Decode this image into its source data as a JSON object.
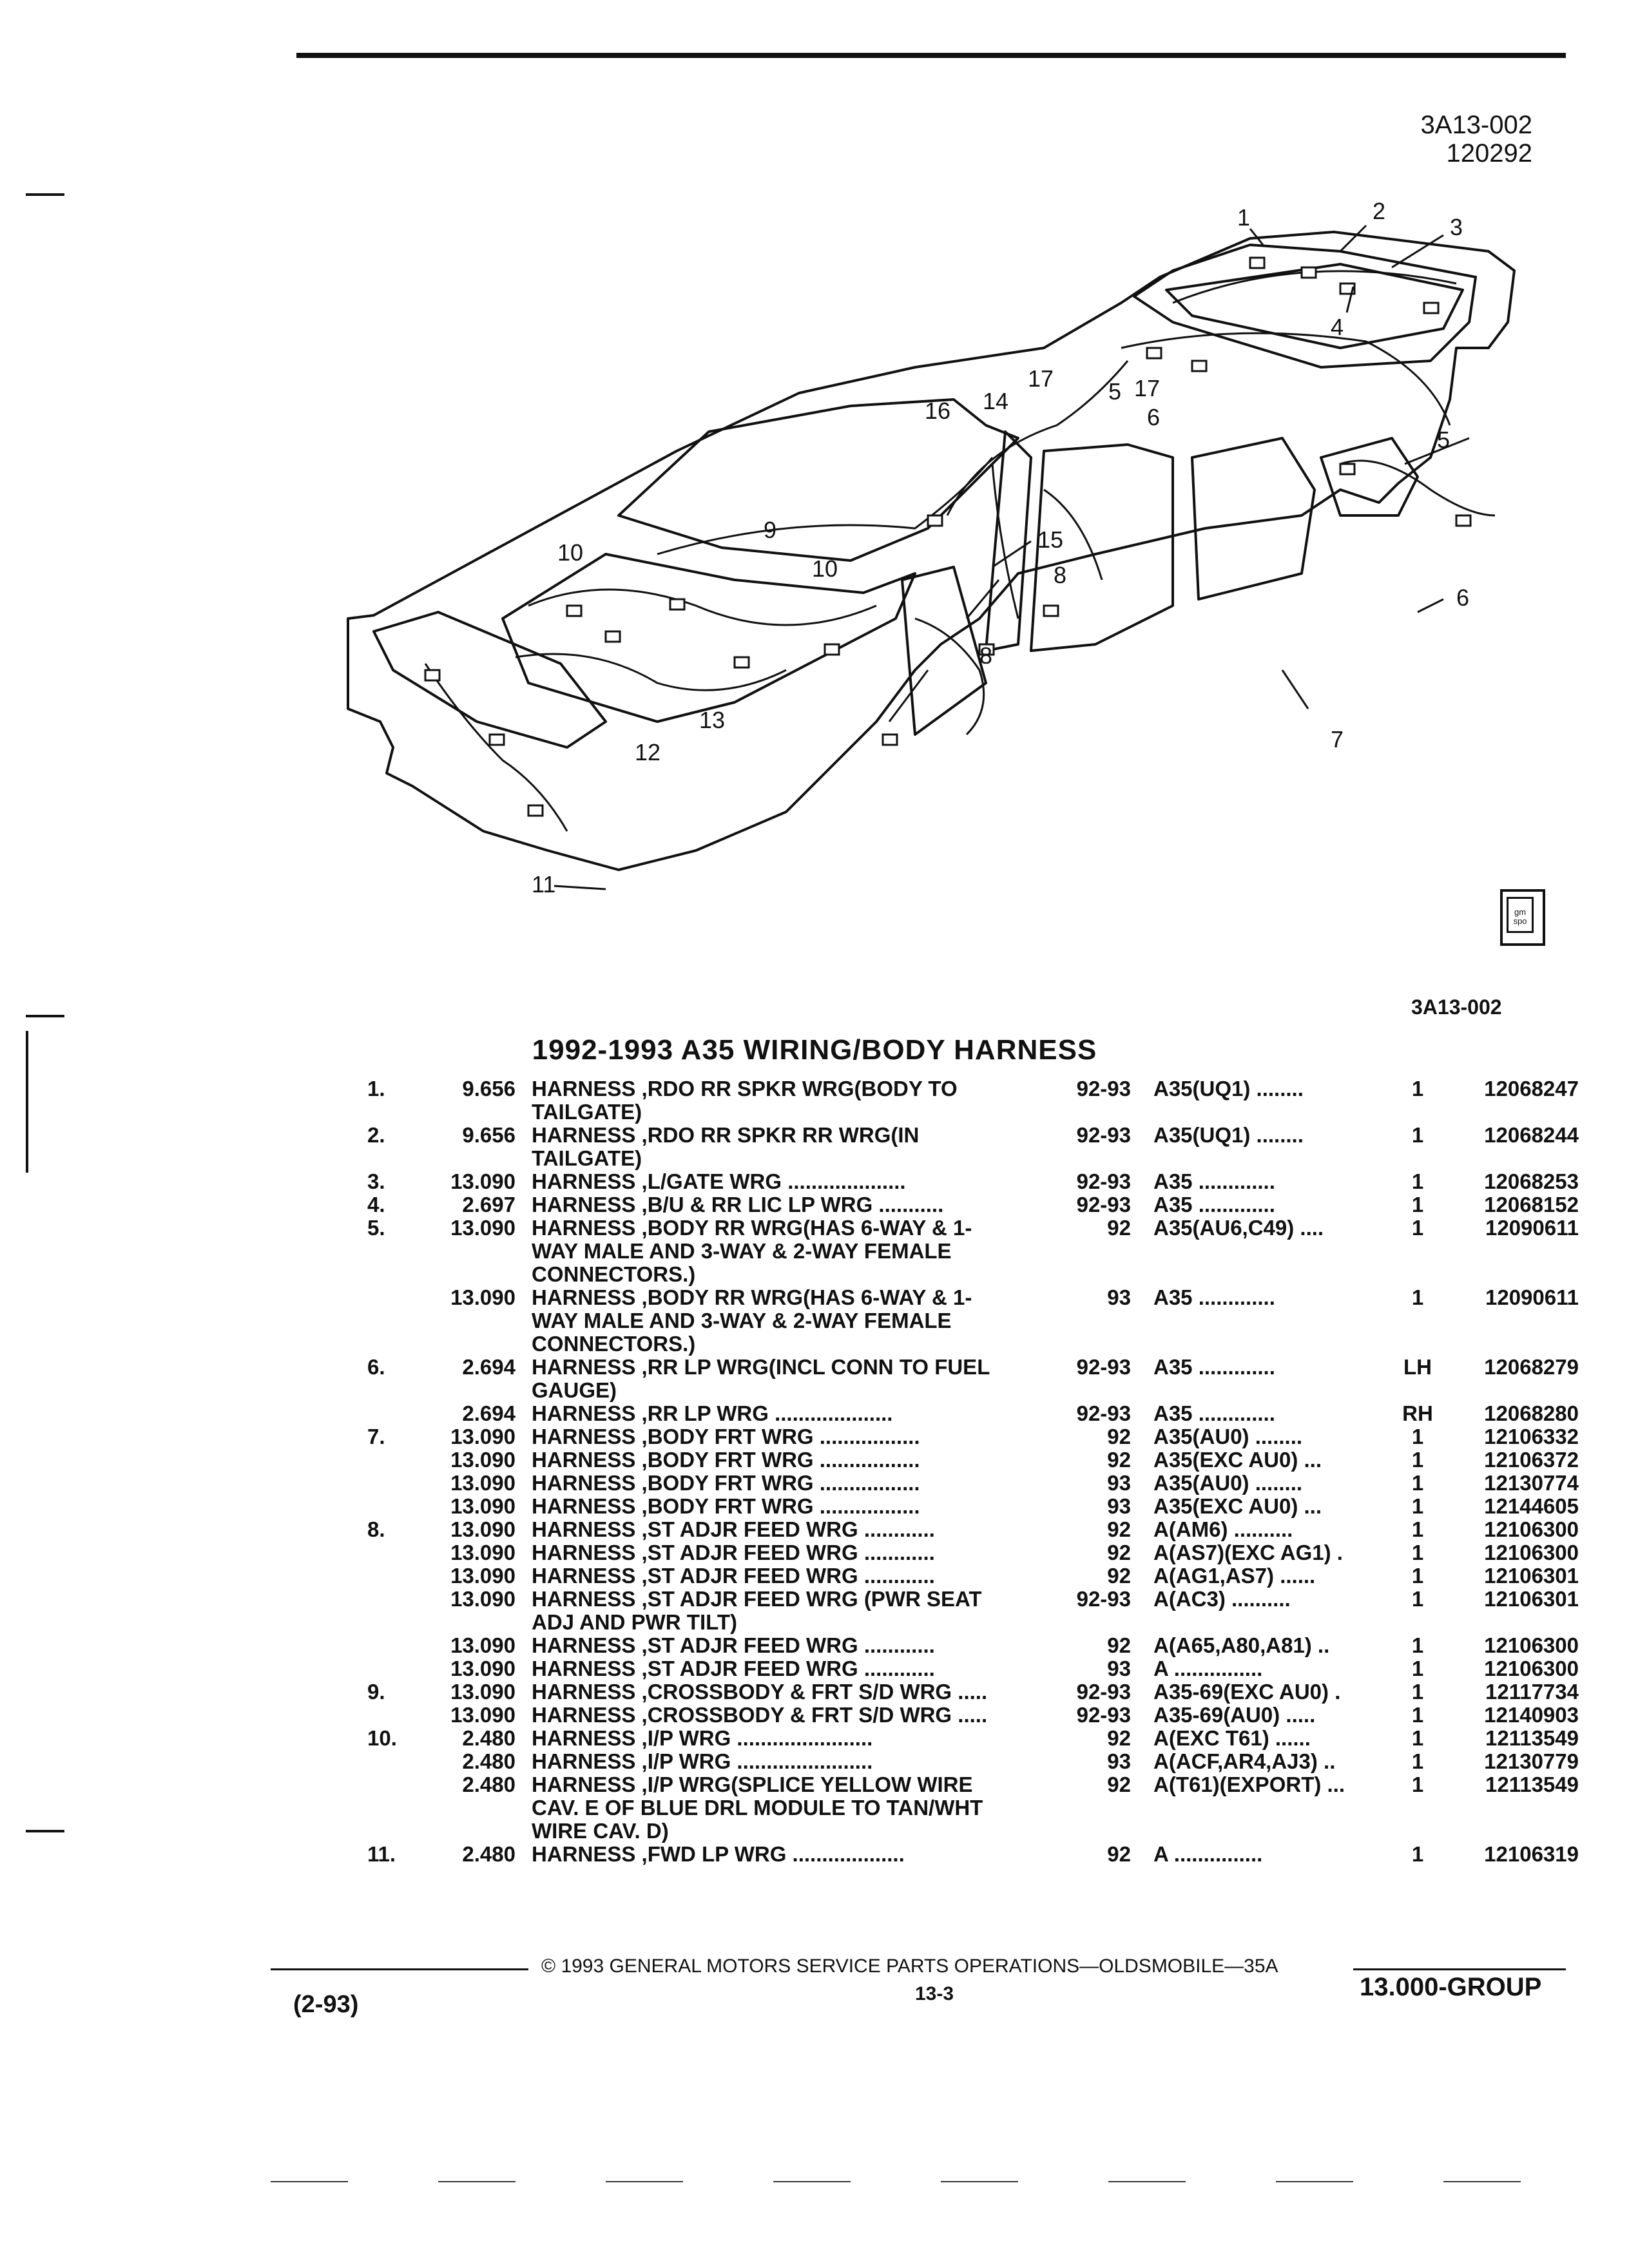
{
  "header": {
    "drawing_code": "3A13-002",
    "drawing_date": "120292"
  },
  "figure": {
    "callouts": [
      "1",
      "2",
      "3",
      "4",
      "5",
      "17",
      "6",
      "14",
      "17",
      "16",
      "5",
      "9",
      "10",
      "15",
      "8",
      "10",
      "6",
      "8",
      "13",
      "12",
      "7",
      "11"
    ],
    "badge_text": "gm spo",
    "ref": "3A13-002"
  },
  "title": "1992-1993 A35 WIRING/BODY HARNESS",
  "parts": [
    {
      "idx": "1.",
      "price": "9.656",
      "desc": "HARNESS ,RDO RR SPKR WRG(BODY TO",
      "year": "92-93",
      "model": "A35(UQ1) ........",
      "qty": "1",
      "pn": "12068247"
    },
    {
      "idx": "",
      "price": "",
      "desc": "TAILGATE)",
      "year": "",
      "model": "",
      "qty": "",
      "pn": ""
    },
    {
      "idx": "2.",
      "price": "9.656",
      "desc": "HARNESS ,RDO RR SPKR RR WRG(IN",
      "year": "92-93",
      "model": "A35(UQ1) ........",
      "qty": "1",
      "pn": "12068244"
    },
    {
      "idx": "",
      "price": "",
      "desc": "TAILGATE)",
      "year": "",
      "model": "",
      "qty": "",
      "pn": ""
    },
    {
      "idx": "3.",
      "price": "13.090",
      "desc": "HARNESS ,L/GATE WRG ....................",
      "year": "92-93",
      "model": "A35 .............",
      "qty": "1",
      "pn": "12068253"
    },
    {
      "idx": "4.",
      "price": "2.697",
      "desc": "HARNESS ,B/U & RR LIC LP WRG ...........",
      "year": "92-93",
      "model": "A35 .............",
      "qty": "1",
      "pn": "12068152"
    },
    {
      "idx": "5.",
      "price": "13.090",
      "desc": "HARNESS ,BODY RR WRG(HAS 6-WAY & 1-",
      "year": "92",
      "model": "A35(AU6,C49) ....",
      "qty": "1",
      "pn": "12090611"
    },
    {
      "idx": "",
      "price": "",
      "desc": "WAY MALE AND 3-WAY & 2-WAY FEMALE",
      "year": "",
      "model": "",
      "qty": "",
      "pn": ""
    },
    {
      "idx": "",
      "price": "",
      "desc": "CONNECTORS.)",
      "year": "",
      "model": "",
      "qty": "",
      "pn": ""
    },
    {
      "idx": "",
      "price": "13.090",
      "desc": "HARNESS ,BODY RR WRG(HAS 6-WAY & 1-",
      "year": "93",
      "model": "A35 .............",
      "qty": "1",
      "pn": "12090611"
    },
    {
      "idx": "",
      "price": "",
      "desc": "WAY MALE AND 3-WAY & 2-WAY FEMALE",
      "year": "",
      "model": "",
      "qty": "",
      "pn": ""
    },
    {
      "idx": "",
      "price": "",
      "desc": "CONNECTORS.)",
      "year": "",
      "model": "",
      "qty": "",
      "pn": ""
    },
    {
      "idx": "6.",
      "price": "2.694",
      "desc": "HARNESS ,RR LP WRG(INCL CONN TO FUEL",
      "year": "92-93",
      "model": "A35 .............",
      "qty": "LH",
      "pn": "12068279"
    },
    {
      "idx": "",
      "price": "",
      "desc": "GAUGE)",
      "year": "",
      "model": "",
      "qty": "",
      "pn": ""
    },
    {
      "idx": "",
      "price": "2.694",
      "desc": "HARNESS ,RR LP WRG ....................",
      "year": "92-93",
      "model": "A35 .............",
      "qty": "RH",
      "pn": "12068280"
    },
    {
      "idx": "7.",
      "price": "13.090",
      "desc": "HARNESS ,BODY FRT WRG .................",
      "year": "92",
      "model": "A35(AU0) ........",
      "qty": "1",
      "pn": "12106332"
    },
    {
      "idx": "",
      "price": "13.090",
      "desc": "HARNESS ,BODY FRT WRG .................",
      "year": "92",
      "model": "A35(EXC AU0) ...",
      "qty": "1",
      "pn": "12106372"
    },
    {
      "idx": "",
      "price": "13.090",
      "desc": "HARNESS ,BODY FRT WRG .................",
      "year": "93",
      "model": "A35(AU0) ........",
      "qty": "1",
      "pn": "12130774"
    },
    {
      "idx": "",
      "price": "13.090",
      "desc": "HARNESS ,BODY FRT WRG .................",
      "year": "93",
      "model": "A35(EXC AU0) ...",
      "qty": "1",
      "pn": "12144605"
    },
    {
      "idx": "8.",
      "price": "13.090",
      "desc": "HARNESS ,ST ADJR FEED WRG ............",
      "year": "92",
      "model": "A(AM6) ..........",
      "qty": "1",
      "pn": "12106300"
    },
    {
      "idx": "",
      "price": "13.090",
      "desc": "HARNESS ,ST ADJR FEED WRG ............",
      "year": "92",
      "model": "A(AS7)(EXC AG1) .",
      "qty": "1",
      "pn": "12106300"
    },
    {
      "idx": "",
      "price": "13.090",
      "desc": "HARNESS ,ST ADJR FEED WRG ............",
      "year": "92",
      "model": "A(AG1,AS7) ......",
      "qty": "1",
      "pn": "12106301"
    },
    {
      "idx": "",
      "price": "13.090",
      "desc": "HARNESS ,ST ADJR FEED WRG (PWR SEAT",
      "year": "92-93",
      "model": "A(AC3) ..........",
      "qty": "1",
      "pn": "12106301"
    },
    {
      "idx": "",
      "price": "",
      "desc": "ADJ AND PWR TILT)",
      "year": "",
      "model": "",
      "qty": "",
      "pn": ""
    },
    {
      "idx": "",
      "price": "13.090",
      "desc": "HARNESS ,ST ADJR FEED WRG ............",
      "year": "92",
      "model": "A(A65,A80,A81) ..",
      "qty": "1",
      "pn": "12106300"
    },
    {
      "idx": "",
      "price": "13.090",
      "desc": "HARNESS ,ST ADJR FEED WRG ............",
      "year": "93",
      "model": "A ...............",
      "qty": "1",
      "pn": "12106300"
    },
    {
      "idx": "9.",
      "price": "13.090",
      "desc": "HARNESS ,CROSSBODY & FRT S/D WRG .....",
      "year": "92-93",
      "model": "A35-69(EXC AU0) .",
      "qty": "1",
      "pn": "12117734"
    },
    {
      "idx": "",
      "price": "13.090",
      "desc": "HARNESS ,CROSSBODY & FRT S/D WRG .....",
      "year": "92-93",
      "model": "A35-69(AU0) .....",
      "qty": "1",
      "pn": "12140903"
    },
    {
      "idx": "10.",
      "price": "2.480",
      "desc": "HARNESS ,I/P WRG .......................",
      "year": "92",
      "model": "A(EXC T61) ......",
      "qty": "1",
      "pn": "12113549"
    },
    {
      "idx": "",
      "price": "2.480",
      "desc": "HARNESS ,I/P WRG .......................",
      "year": "93",
      "model": "A(ACF,AR4,AJ3) ..",
      "qty": "1",
      "pn": "12130779"
    },
    {
      "idx": "",
      "price": "2.480",
      "desc": "HARNESS ,I/P WRG(SPLICE YELLOW WIRE",
      "year": "92",
      "model": "A(T61)(EXPORT) ...",
      "qty": "1",
      "pn": "12113549"
    },
    {
      "idx": "",
      "price": "",
      "desc": "CAV. E OF BLUE DRL MODULE TO TAN/WHT",
      "year": "",
      "model": "",
      "qty": "",
      "pn": ""
    },
    {
      "idx": "",
      "price": "",
      "desc": "WIRE CAV. D)",
      "year": "",
      "model": "",
      "qty": "",
      "pn": ""
    },
    {
      "idx": "11.",
      "price": "2.480",
      "desc": "HARNESS ,FWD LP WRG ...................",
      "year": "92",
      "model": "A ...............",
      "qty": "1",
      "pn": "12106319"
    }
  ],
  "footer": {
    "copyright": "© 1993 GENERAL MOTORS SERVICE PARTS OPERATIONS—OLDSMOBILE—35A",
    "page": "13-3",
    "date_code": "(2-93)",
    "group": "13.000-GROUP"
  }
}
